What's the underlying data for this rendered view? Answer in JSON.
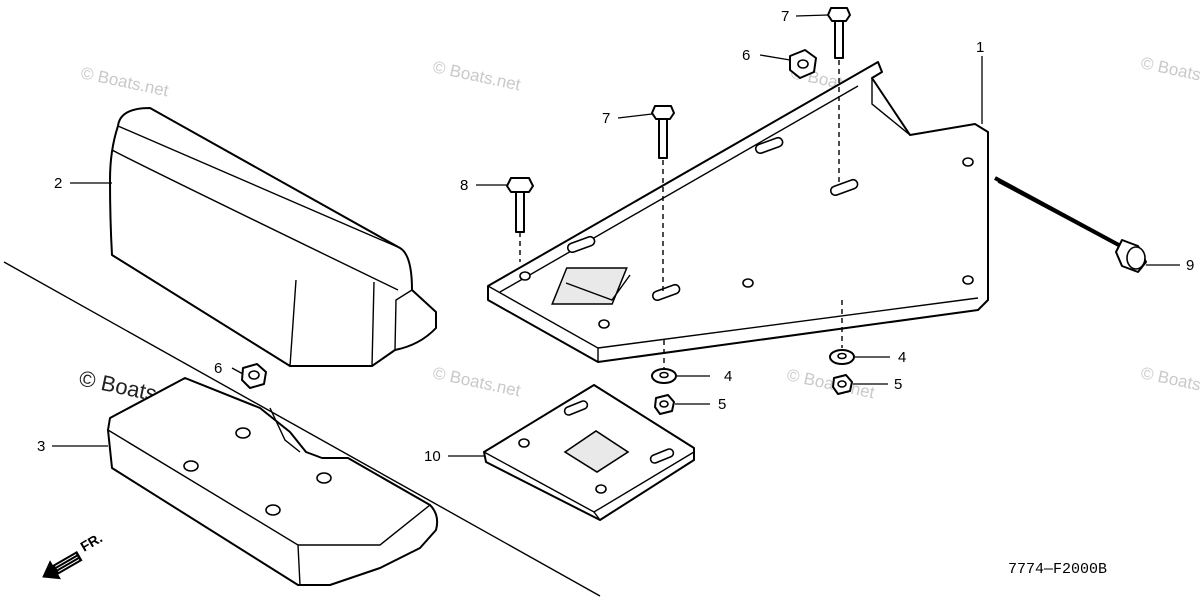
{
  "diagram": {
    "watermark": "© Boats.net",
    "watermark_prominent": "© Boats.net",
    "drawing_code": "7774—F2000B",
    "direction_label": "FR.",
    "callouts": [
      {
        "id": "c1",
        "label": "1"
      },
      {
        "id": "c2",
        "label": "2"
      },
      {
        "id": "c3",
        "label": "3"
      },
      {
        "id": "c4a",
        "label": "4"
      },
      {
        "id": "c4b",
        "label": "4"
      },
      {
        "id": "c5a",
        "label": "5"
      },
      {
        "id": "c5b",
        "label": "5"
      },
      {
        "id": "c6a",
        "label": "6"
      },
      {
        "id": "c6b",
        "label": "6"
      },
      {
        "id": "c7a",
        "label": "7"
      },
      {
        "id": "c7b",
        "label": "7"
      },
      {
        "id": "c8",
        "label": "8"
      },
      {
        "id": "c9",
        "label": "9"
      },
      {
        "id": "c10",
        "label": "10"
      }
    ]
  }
}
